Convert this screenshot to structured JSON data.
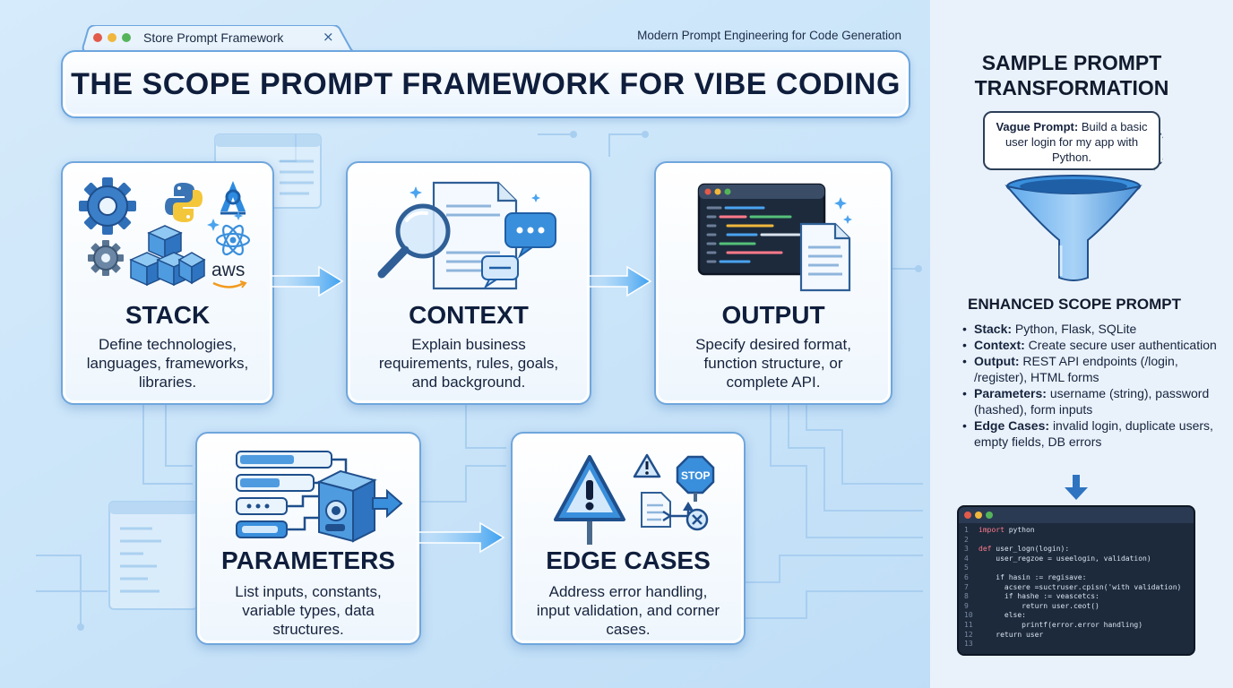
{
  "tab": {
    "label": "Store Prompt Framework",
    "close_glyph": "×"
  },
  "subtitle": "Modern Prompt Engineering for Code Generation",
  "title": "THE SCOPE PROMPT FRAMEWORK FOR VIBE CODING",
  "cards": {
    "stack": {
      "title": "STACK",
      "desc": "Define technologies, languages, frameworks, libraries.",
      "aws_text": "aws"
    },
    "context": {
      "title": "CONTEXT",
      "desc": "Explain business requirements, rules, goals, and background."
    },
    "output": {
      "title": "OUTPUT",
      "desc": "Specify desired format, function structure, or complete API."
    },
    "parameters": {
      "title": "PARAMETERS",
      "desc": "List inputs, constants, variable types, data structures."
    },
    "edge_cases": {
      "title": "EDGE CASES",
      "desc": "Address error handling, input validation, and corner cases.",
      "stop_text": "STOP"
    }
  },
  "sample": {
    "title_line1": "SAMPLE PROMPT",
    "title_line2": "TRANSFORMATION",
    "vague_label": "Vague Prompt:",
    "vague_text": "Build a basic user login for my app with Python.",
    "enhanced_title": "ENHANCED SCOPE PROMPT",
    "items": [
      {
        "label": "Stack:",
        "text": "Python, Flask, SQLite"
      },
      {
        "label": "Context:",
        "text": "Create secure user authentication"
      },
      {
        "label": "Output:",
        "text": "REST API endpoints (/login, /register), HTML forms"
      },
      {
        "label": "Parameters:",
        "text": "username (string), password (hashed), form inputs"
      },
      {
        "label": "Edge Cases:",
        "text": "invalid login, duplicate users, empty fields, DB errors"
      }
    ],
    "code": [
      {
        "n": "1",
        "kw": "import",
        "rest": " python"
      },
      {
        "n": "2",
        "kw": "",
        "rest": ""
      },
      {
        "n": "3",
        "kw": "def",
        "rest": " user_logn(login):"
      },
      {
        "n": "4",
        "kw": "",
        "rest": "    user_regzoe = useelogin, validation)"
      },
      {
        "n": "5",
        "kw": "",
        "rest": ""
      },
      {
        "n": "6",
        "kw": "",
        "rest": "    if hasin := regisave:"
      },
      {
        "n": "7",
        "kw": "",
        "rest": "      acsere =suctruser.cpisn('with validation)"
      },
      {
        "n": "8",
        "kw": "",
        "rest": "      if hashe := veascetcs:"
      },
      {
        "n": "9",
        "kw": "",
        "rest": "          return user.ceot()"
      },
      {
        "n": "10",
        "kw": "",
        "rest": "      else:"
      },
      {
        "n": "11",
        "kw": "",
        "rest": "          printf(error.error handling)"
      },
      {
        "n": "12",
        "kw": "",
        "rest": "    return user"
      },
      {
        "n": "13",
        "kw": "",
        "rest": ""
      }
    ]
  },
  "colors": {
    "background": "#cfe6fa",
    "card_border": "#6fa6dc",
    "accent_blue": "#3a8fdc",
    "arrow_blue": "#4aa3ef",
    "dark_navy": "#0f1e3c",
    "panel": "#e9f2fb",
    "code_bg": "#1d2a3c"
  }
}
